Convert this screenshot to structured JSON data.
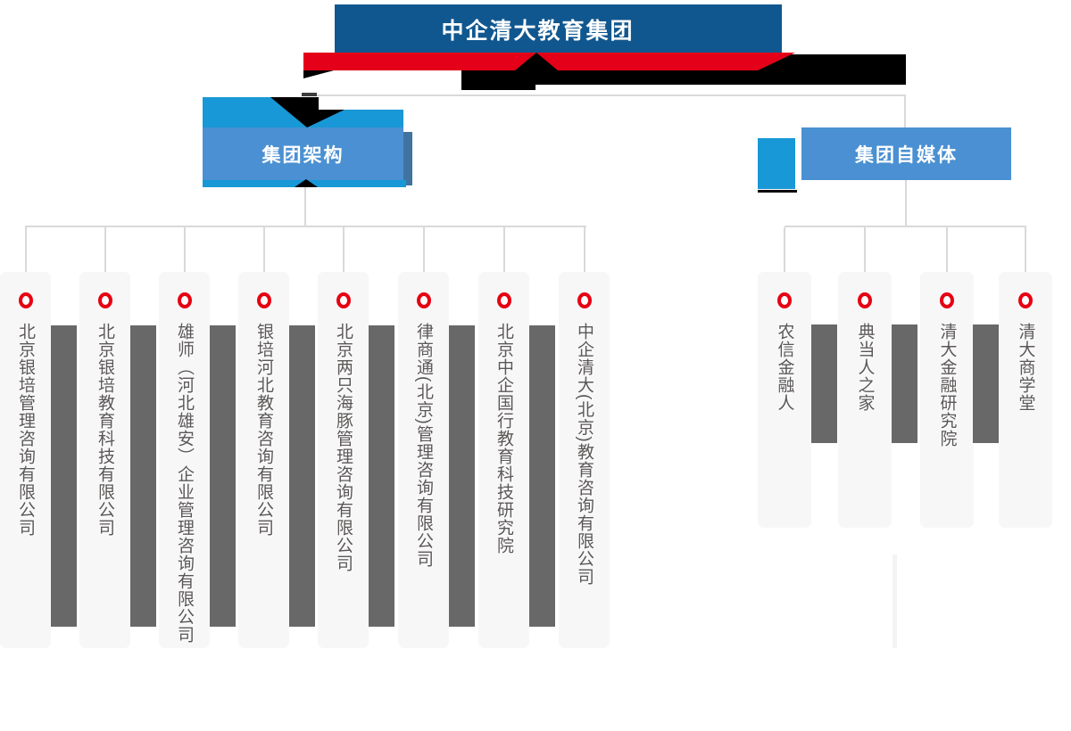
{
  "banner": {
    "title": "中企清大教育集团"
  },
  "branches": [
    {
      "label": "集团架构",
      "children": [
        "北京银培管理咨询有限公司",
        "北京银培教育科技有限公司",
        "雄师（河北雄安）企业管理咨询有限公司",
        "银培河北教育咨询有限公司",
        "北京两只海豚管理咨询有限公司",
        "律商通(北京)管理咨询有限公司",
        "北京中企国行教育科技研究院",
        "中企清大(北京)教育咨询有限公司"
      ]
    },
    {
      "label": "集团自媒体",
      "children": [
        "农信金融人",
        "典当人之家",
        "清大金融研究院",
        "清大商学堂"
      ]
    }
  ],
  "colors": {
    "banner_blue": "#11578f",
    "node_blue": "#4a90d2",
    "node_shadow_blue": "#40739f",
    "bright_blue": "#1898d6",
    "ribbon_red": "#e50019",
    "ribbon_black": "#000000",
    "ring_red": "#e60012",
    "bar_gray": "#686868",
    "card_bg": "#f7f7f7",
    "text_gray": "#5b5757",
    "line_gray": "#d9d9d9",
    "white": "#ffffff"
  }
}
